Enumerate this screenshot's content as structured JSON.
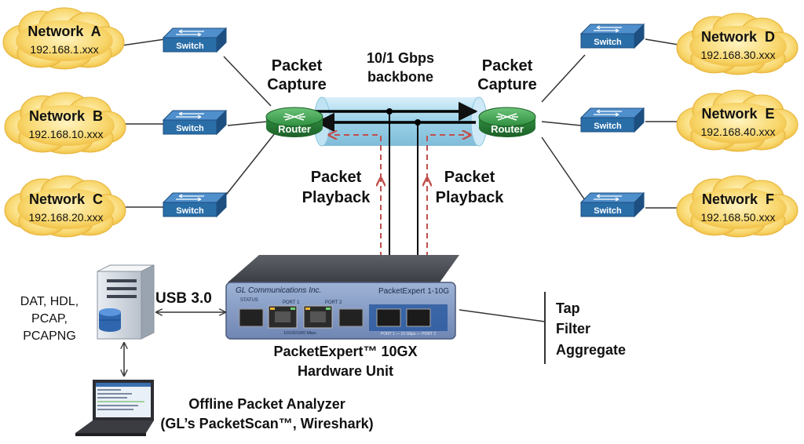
{
  "networks": [
    {
      "name": "Network  A",
      "ip": "192.168.1.xxx"
    },
    {
      "name": "Network  B",
      "ip": "192.168.10.xxx"
    },
    {
      "name": "Network  C",
      "ip": "192.168.20.xxx"
    },
    {
      "name": "Network  D",
      "ip": "192.168.30.xxx"
    },
    {
      "name": "Network  E",
      "ip": "192.168.40.xxx"
    },
    {
      "name": "Network  F",
      "ip": "192.168.50.xxx"
    }
  ],
  "switch_label": "Switch",
  "router_label": "Router",
  "capture_label": [
    "Packet",
    "Capture"
  ],
  "backbone_label": [
    "10/1 Gbps",
    "backbone"
  ],
  "playback_label": [
    "Packet",
    "Playback"
  ],
  "usb_label": "USB 3.0",
  "formats": [
    "DAT, HDL,",
    "PCAP,",
    "PCAPNG"
  ],
  "device": {
    "brand": "GL Communications Inc.",
    "model": "PacketExpert 1-10G",
    "status": "STATUS",
    "port1": "PORT 1",
    "port2": "PORT 2",
    "speed_text": "10/100/1000 Mbps",
    "sfp_text": "PORT 1 — 10 Gbps — PORT 2",
    "caption": [
      "PacketExpert™ 10GX",
      "Hardware Unit"
    ]
  },
  "functions": [
    "Tap",
    "Filter",
    "Aggregate"
  ],
  "analyzer": [
    "Offline Packet Analyzer",
    "(GL’s PacketScan™, Wireshark)"
  ],
  "colors": {
    "cloud": "#f8d66b",
    "switch": "#2a6ea8",
    "router": "#2d8a3e",
    "playback": "#c0504d",
    "backbone": "#a9d6ec"
  }
}
